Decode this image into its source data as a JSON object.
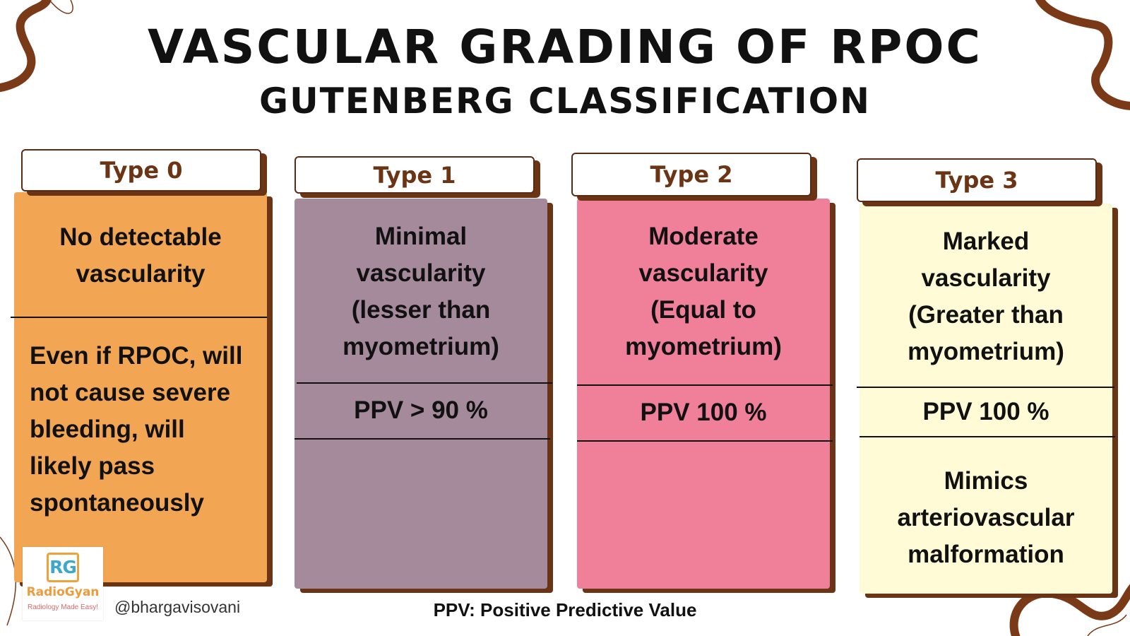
{
  "title": "VASCULAR GRADING OF RPOC",
  "subtitle": "GUTENBERG CLASSIFICATION",
  "types": [
    {
      "label": "Type 0",
      "color": "#F2A654",
      "sections": [
        "No detectable vascularity",
        "Even if RPOC, will not cause severe bleeding, will likely pass spontaneously"
      ]
    },
    {
      "label": "Type 1",
      "color": "#A58A9C",
      "sections": [
        "Minimal vascularity (lesser than myometrium)",
        "PPV > 90 %",
        ""
      ]
    },
    {
      "label": "Type 2",
      "color": "#F07F9A",
      "sections": [
        "Moderate vascularity (Equal to myometrium)",
        "PPV 100 %",
        ""
      ]
    },
    {
      "label": "Type 3",
      "color": "#FEFBD6",
      "sections": [
        "Marked vascularity (Greater than myometrium)",
        "PPV 100 %",
        "Mimics arteriovascular malformation"
      ]
    }
  ],
  "footnote": "PPV: Positive Predictive Value",
  "logo": {
    "mark": "RG",
    "name": "RadioGyan",
    "tagline": "Radiology Made Easy!"
  },
  "handle": "@bhargavisovani",
  "colors": {
    "accent_brown": "#6B3414",
    "swirl": "#7A3A18"
  }
}
